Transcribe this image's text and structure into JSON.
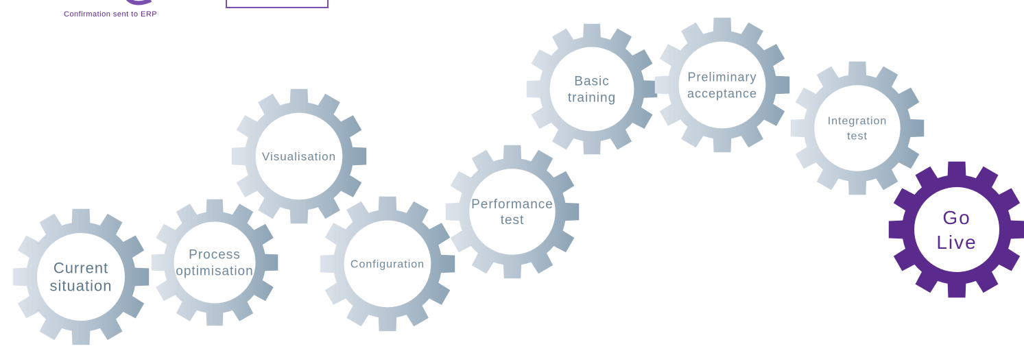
{
  "header": {
    "caption": "Confirmation sent to ERP"
  },
  "colors": {
    "gear_light": "#dde3ea",
    "gear_mid": "#b4c3d0",
    "gear_dark": "#8aa2b4",
    "text_gray": "#6f8799",
    "accent_purple": "#5a2a8c"
  },
  "gears": [
    {
      "id": "current-situation",
      "lines": [
        "Current",
        "situation"
      ]
    },
    {
      "id": "process-optimisation",
      "lines": [
        "Process",
        "optimisation"
      ]
    },
    {
      "id": "visualisation",
      "lines": [
        "Visualisation"
      ]
    },
    {
      "id": "configuration",
      "lines": [
        "Configuration"
      ]
    },
    {
      "id": "performance-test",
      "lines": [
        "Performance",
        "test"
      ]
    },
    {
      "id": "basic-training",
      "lines": [
        "Basic",
        "training"
      ]
    },
    {
      "id": "preliminary-acceptance",
      "lines": [
        "Preliminary",
        "acceptance"
      ]
    },
    {
      "id": "integration-test",
      "lines": [
        "Integration",
        "test"
      ]
    },
    {
      "id": "go-live",
      "lines": [
        "Go",
        "Live"
      ],
      "accent": true
    }
  ]
}
